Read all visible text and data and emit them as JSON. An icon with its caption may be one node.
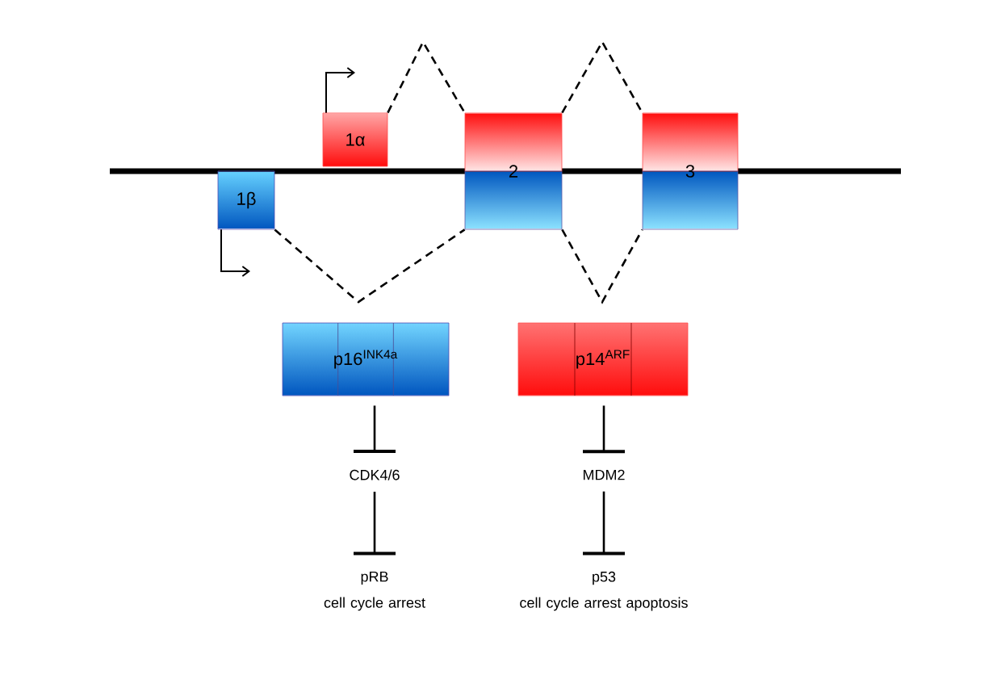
{
  "diagram": {
    "nodes": [
      {
        "text": [
          "1α"
        ]
      },
      {
        "text": [
          "1β"
        ]
      },
      {
        "text": [
          "2"
        ]
      },
      {
        "text": [
          "3"
        ]
      },
      {
        "text": [
          "p16$^{INK4a}$"
        ]
      },
      {
        "text": [
          "p14$^{ARF}$"
        ]
      },
      {
        "text": [
          "CDK4/6"
        ]
      },
      {
        "text": [
          "MDM2"
        ]
      },
      {
        "text": [
          "pRB"
        ],
        "beside": [
          "cell cycle arrest"
        ]
      },
      {
        "text": [
          "p53"
        ],
        "beside": [
          "cell cycle arrest apoptosis"
        ]
      }
    ],
    "edges": [
      {
        "from": 0,
        "to": 2,
        "arrow": "none",
        "style": "dashed"
      },
      {
        "from": 2,
        "to": 3,
        "arrow": "none",
        "style": "dashed"
      },
      {
        "from": 1,
        "to": 2,
        "arrow": "none",
        "style": "dashed"
      },
      {
        "from": 2,
        "to": 3,
        "arrow": "none",
        "style": "dashed"
      },
      {
        "from": 4,
        "to": 6,
        "arrow": "other"
      },
      {
        "from": 6,
        "to": 8,
        "arrow": "other"
      },
      {
        "from": 5,
        "to": 7,
        "arrow": "other"
      },
      {
        "from": 7,
        "to": 9,
        "arrow": "other"
      }
    ]
  }
}
